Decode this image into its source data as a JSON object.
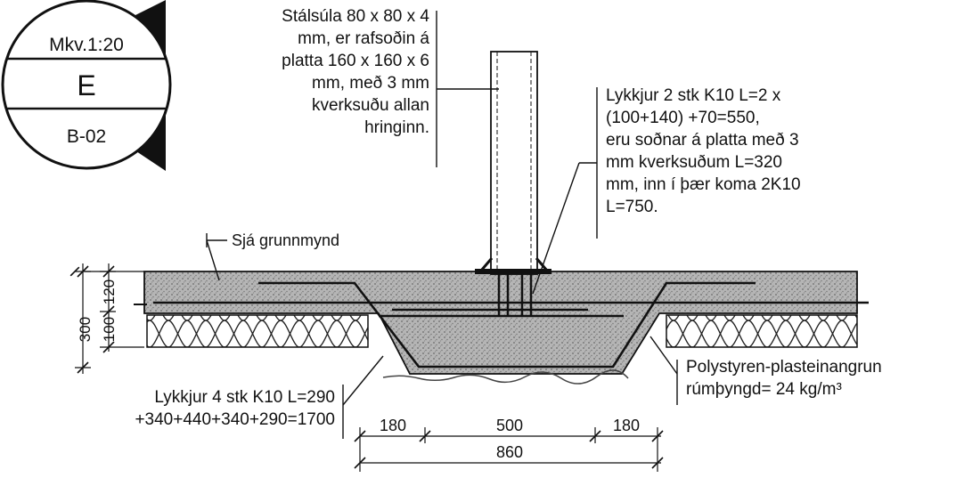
{
  "title_block": {
    "scale": "Mkv.1:20",
    "detail_letter": "E",
    "sheet": "B-02"
  },
  "annotations": {
    "column_note": [
      "Stálsúla 80 x 80 x 4",
      "mm, er rafsoðin á",
      "platta 160 x 160 x 6",
      "mm, með 3 mm",
      "kverksuðu allan",
      "hringinn."
    ],
    "stirrups_note": [
      "Lykkjur 2 stk K10 L=2 x",
      "(100+140) +70=550,",
      "eru soðnar á platta með 3",
      "mm kverksuðum L=320",
      "mm, inn í þær koma 2K10",
      "L=750."
    ],
    "see_plan": "Sjá grunnmynd",
    "loops_note": [
      "Lykkjur 4 stk K10 L=290",
      "+340+440+340+290=1700"
    ],
    "insulation_note": [
      "Polystyren-plasteinangrun",
      "rúmþyngd= 24 kg/m³"
    ]
  },
  "dimensions": {
    "total_height": "300",
    "slab_thickness": "120",
    "lower_thickness": "100",
    "left_width": "180",
    "mid_width": "500",
    "right_width": "180",
    "total_width": "860"
  }
}
